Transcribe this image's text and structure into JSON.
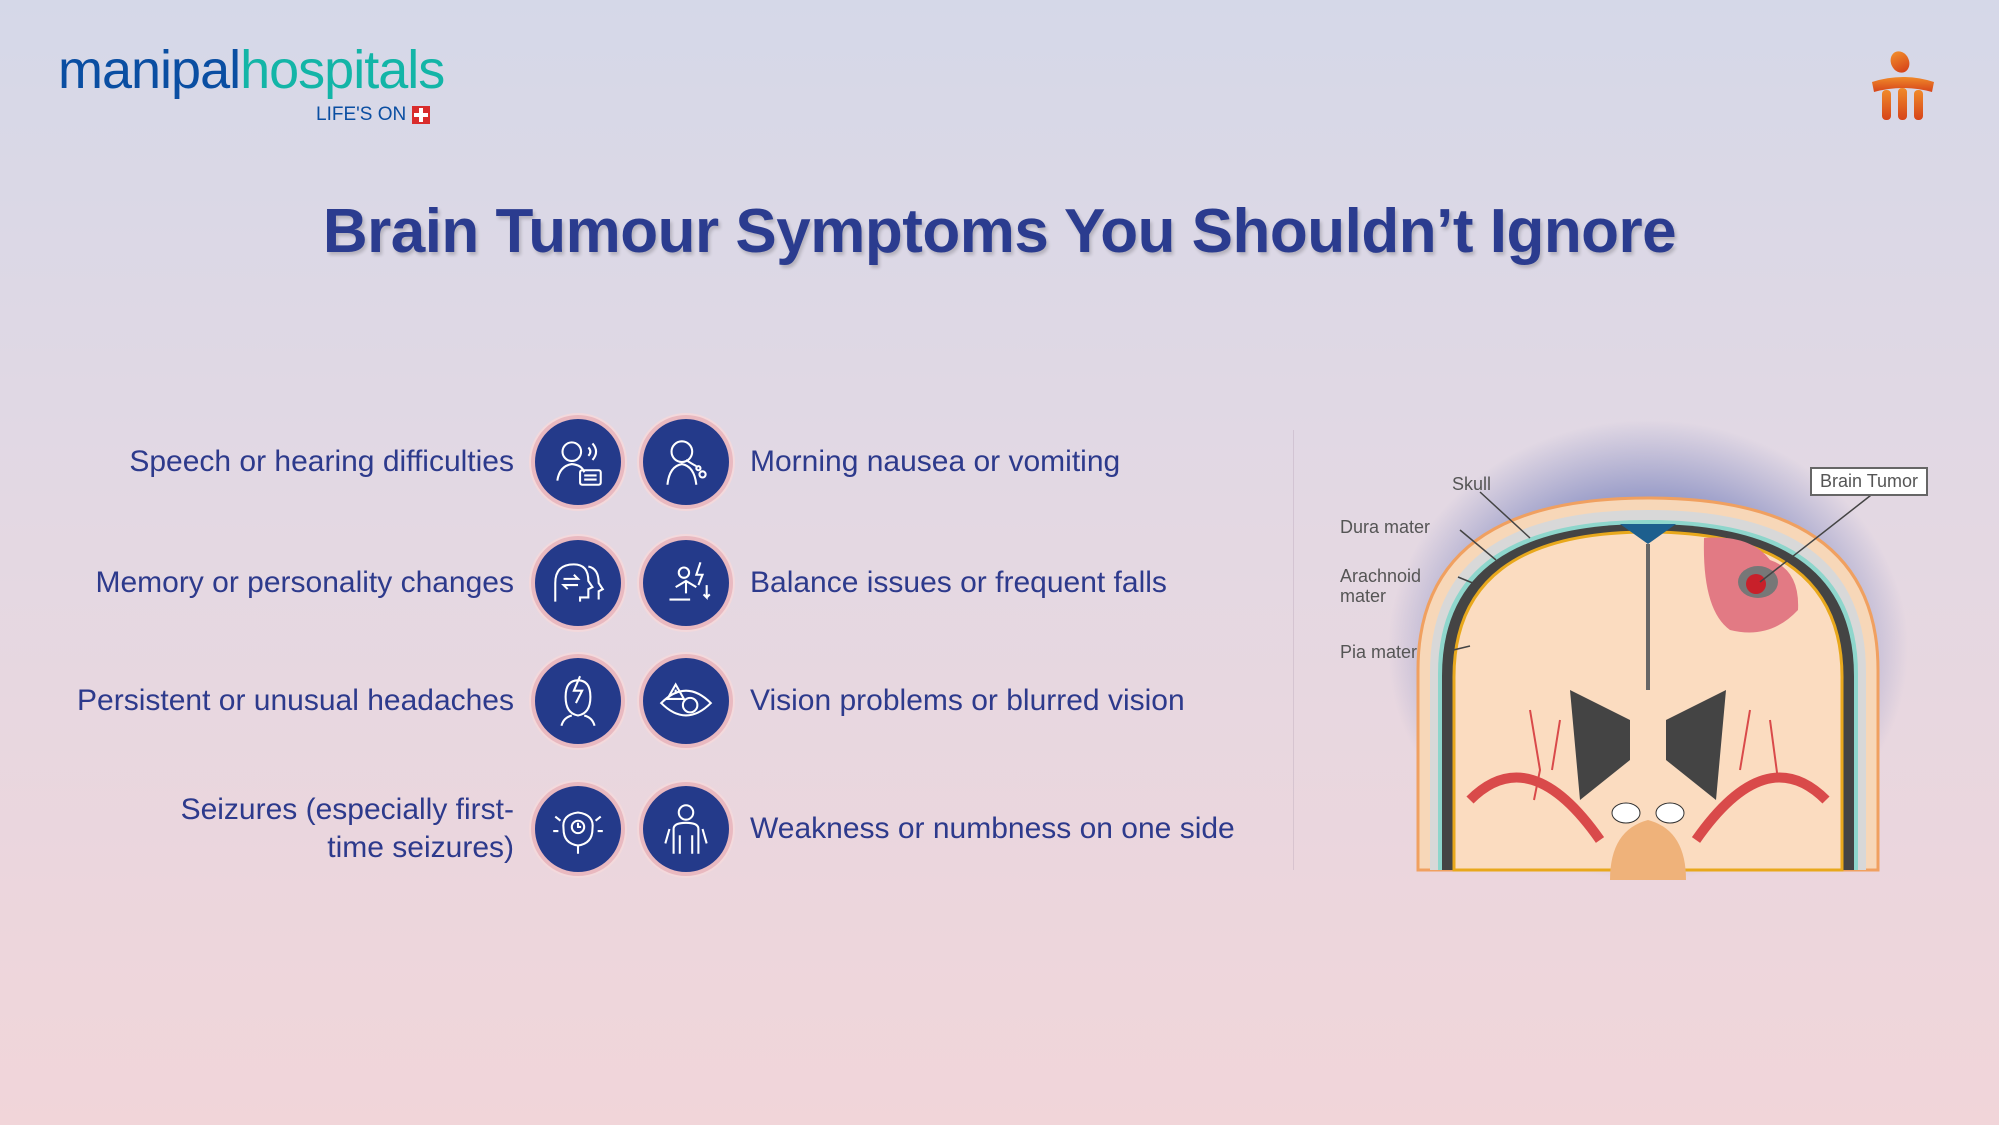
{
  "brand": {
    "name_part1": "manipal",
    "name_part2": "hospitals",
    "tagline": "LIFE'S ON"
  },
  "title": "Brain Tumour Symptoms You Shouldn’t Ignore",
  "symptoms_left": [
    {
      "label": "Speech or hearing difficulties",
      "icon": "speech-hearing-icon"
    },
    {
      "label": "Memory or personality changes",
      "icon": "memory-heads-icon"
    },
    {
      "label": "Persistent or unusual headaches",
      "icon": "headache-icon"
    },
    {
      "label_line1": "Seizures (especially first-",
      "label_line2": "time seizures)",
      "icon": "seizure-brain-icon"
    }
  ],
  "symptoms_right": [
    {
      "label": "Morning nausea or vomiting",
      "icon": "nausea-icon"
    },
    {
      "label": "Balance issues or frequent falls",
      "icon": "fall-icon"
    },
    {
      "label": "Vision problems or blurred vision",
      "icon": "eye-warning-icon"
    },
    {
      "label": "Weakness or numbness on one side",
      "icon": "body-weakness-icon"
    }
  ],
  "diagram": {
    "skull": "Skull",
    "dura": "Dura mater",
    "arachnoid_1": "Arachnoid",
    "arachnoid_2": "mater",
    "pia": "Pia mater",
    "tumor": "Brain Tumor"
  },
  "colors": {
    "primary": "#2b3c8f",
    "teal": "#13b5a7",
    "icon_bg": "#243a8a",
    "tumor": "#c8202a"
  }
}
